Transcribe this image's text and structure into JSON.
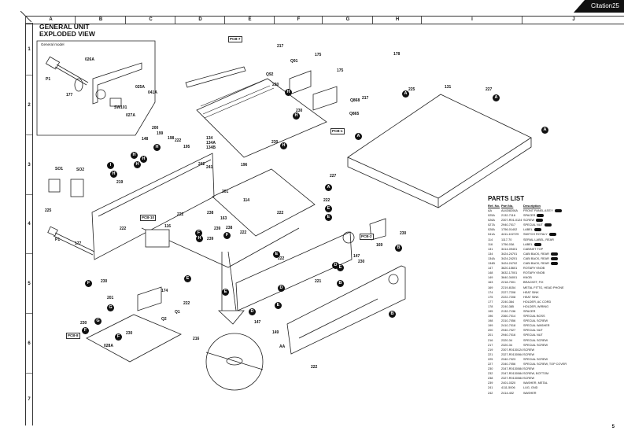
{
  "brand": "Citation25",
  "title": [
    "GENERAL UNIT",
    "EXPLODED VIEW"
  ],
  "page_number": "5",
  "grid": {
    "columns": [
      "A",
      "B",
      "C",
      "D",
      "E",
      "F",
      "G",
      "H",
      "I",
      "J"
    ],
    "rows": [
      "1",
      "2",
      "3",
      "4",
      "5",
      "6",
      "7"
    ]
  },
  "inset": {
    "label": "General model",
    "callouts": [
      "026A",
      "P1",
      "177",
      "025A",
      "041A",
      "SW101",
      "027A"
    ]
  },
  "callouts": {
    "pcb_labels": [
      "PCB-7",
      "PCB-1",
      "PCB-10",
      "PCB-2",
      "PCB-8"
    ],
    "numbers": [
      "217",
      "Q91",
      "Q92",
      "175",
      "175",
      "178",
      "230",
      "230",
      "230",
      "Q868",
      "217",
      "Q865",
      "225",
      "131",
      "227",
      "227",
      "200",
      "199",
      "198",
      "148",
      "222",
      "195",
      "134",
      "134A",
      "134B",
      "SO1",
      "SO2",
      "219",
      "242",
      "241",
      "196",
      "201",
      "114",
      "222",
      "225",
      "222",
      "116",
      "238",
      "163",
      "239",
      "238",
      "239",
      "222",
      "P1",
      "177",
      "222",
      "222",
      "169",
      "230",
      "147",
      "230",
      "221",
      "222",
      "147",
      "149",
      "AA",
      "222",
      "230",
      "201",
      "174",
      "Q1",
      "Q2",
      "230",
      "230",
      "028A",
      "216",
      "222"
    ],
    "badges": [
      "A",
      "A",
      "A",
      "A",
      "A",
      "B",
      "B",
      "B",
      "D",
      "D",
      "D",
      "E",
      "E",
      "E",
      "E",
      "E",
      "E",
      "E",
      "F",
      "F",
      "F",
      "F",
      "F",
      "G",
      "G",
      "H",
      "H",
      "H",
      "H",
      "H",
      "H",
      "H",
      "H",
      "H",
      "I"
    ]
  },
  "parts_list": {
    "title": "PARTS LIST",
    "headers": [
      "Ref. No.",
      "Part No.",
      "Description"
    ],
    "rows": [
      {
        "ref": "AA",
        "part": "A443/8206A",
        "desc": "FRONT PANEL ASS'Y",
        "badge": true
      },
      {
        "ref": "025A",
        "part": "2132-7116",
        "desc": "SPACER",
        "badge": true
      },
      {
        "ref": "026A",
        "part": "2307-R01-0124",
        "desc": "SCREW",
        "badge": true
      },
      {
        "ref": "027A",
        "part": "2940-7017",
        "desc": "SPECIAL NUT",
        "badge": true
      },
      {
        "ref": "028A",
        "part": "1756-01402",
        "desc": "LABEL",
        "badge": true
      },
      {
        "ref": "041A",
        "part": "4411-102729",
        "desc": "SWITCH ROTALY",
        "badge": true
      },
      {
        "ref": "114",
        "part": "1117-70",
        "desc": "SERIAL LABEL, REAR",
        "badge": false
      },
      {
        "ref": "116",
        "part": "1756-03A",
        "desc": "LABEL",
        "badge": true
      },
      {
        "ref": "131",
        "part": "3414-09401",
        "desc": "CABINET TOP",
        "badge": false
      },
      {
        "ref": "134",
        "part": "3424-24701",
        "desc": "CABI BACK, REAR",
        "badge": true
      },
      {
        "ref": "134A",
        "part": "3424-24201",
        "desc": "CABI BACK, REAR",
        "badge": true
      },
      {
        "ref": "134B",
        "part": "3424-24702",
        "desc": "CABI BACK, REAR",
        "badge": true
      },
      {
        "ref": "147",
        "part": "3620-15601",
        "desc": "ROTARY KNOB",
        "badge": false
      },
      {
        "ref": "148",
        "part": "3632-17001",
        "desc": "ROTARY KNOB",
        "badge": false
      },
      {
        "ref": "149",
        "part": "3640-34001",
        "desc": "KNOB",
        "badge": false
      },
      {
        "ref": "163",
        "part": "2218-7001",
        "desc": "BRACKET, FIX",
        "badge": false
      },
      {
        "ref": "169",
        "part": "2219-8154",
        "desc": "METAL FITTG, HEAD PHONE",
        "badge": false
      },
      {
        "ref": "174",
        "part": "2227-7208",
        "desc": "HEAT SINK",
        "badge": false
      },
      {
        "ref": "175",
        "part": "2222-7208",
        "desc": "HEAT SINK",
        "badge": false
      },
      {
        "ref": "177",
        "part": "2240-364",
        "desc": "HOLDER, AC CORD",
        "badge": false
      },
      {
        "ref": "178",
        "part": "2240-385",
        "desc": "HOLDER, WIRING",
        "badge": false
      },
      {
        "ref": "195",
        "part": "2132-7136",
        "desc": "SPACER",
        "badge": false
      },
      {
        "ref": "196",
        "part": "2360-7014",
        "desc": "SPECIAL BOSS",
        "badge": false
      },
      {
        "ref": "198",
        "part": "2310-7056",
        "desc": "SPECIAL SCREW",
        "badge": false
      },
      {
        "ref": "199",
        "part": "2410-7018",
        "desc": "SPECIAL WASHER",
        "badge": false
      },
      {
        "ref": "200",
        "part": "2940-7027",
        "desc": "SPECIAL NUT",
        "badge": false
      },
      {
        "ref": "201",
        "part": "2940-7016",
        "desc": "SPECIAL NUT",
        "badge": false
      },
      {
        "ref": "216",
        "part": "2320-34",
        "desc": "SPECIAL SCREW",
        "badge": false
      },
      {
        "ref": "217",
        "part": "2320-34",
        "desc": "SPECIAL SCREW",
        "badge": false
      },
      {
        "ref": "219",
        "part": "2307-R0130124",
        "desc": "SCREW",
        "badge": false
      },
      {
        "ref": "221",
        "part": "2327-R0130064",
        "desc": "SCREW",
        "badge": false
      },
      {
        "ref": "225",
        "part": "2340-7023",
        "desc": "SPECIAL SCREW",
        "badge": false
      },
      {
        "ref": "227",
        "part": "2340-7056",
        "desc": "SPECIAL SCREW, TOP COVER",
        "badge": false
      },
      {
        "ref": "230",
        "part": "2347-R0130084",
        "desc": "SCREW",
        "badge": false
      },
      {
        "ref": "232",
        "part": "2347-R0130084",
        "desc": "SCREW, BOTTOM",
        "badge": false
      },
      {
        "ref": "238",
        "part": "2327-R0130084",
        "desc": "SCREW",
        "badge": false
      },
      {
        "ref": "239",
        "part": "2401-0320",
        "desc": "WASHER, METAL",
        "badge": false
      },
      {
        "ref": "241",
        "part": "4111-5006",
        "desc": "LUG, GND",
        "badge": false
      },
      {
        "ref": "242",
        "part": "2414-402",
        "desc": "WASHER",
        "badge": false
      }
    ]
  }
}
